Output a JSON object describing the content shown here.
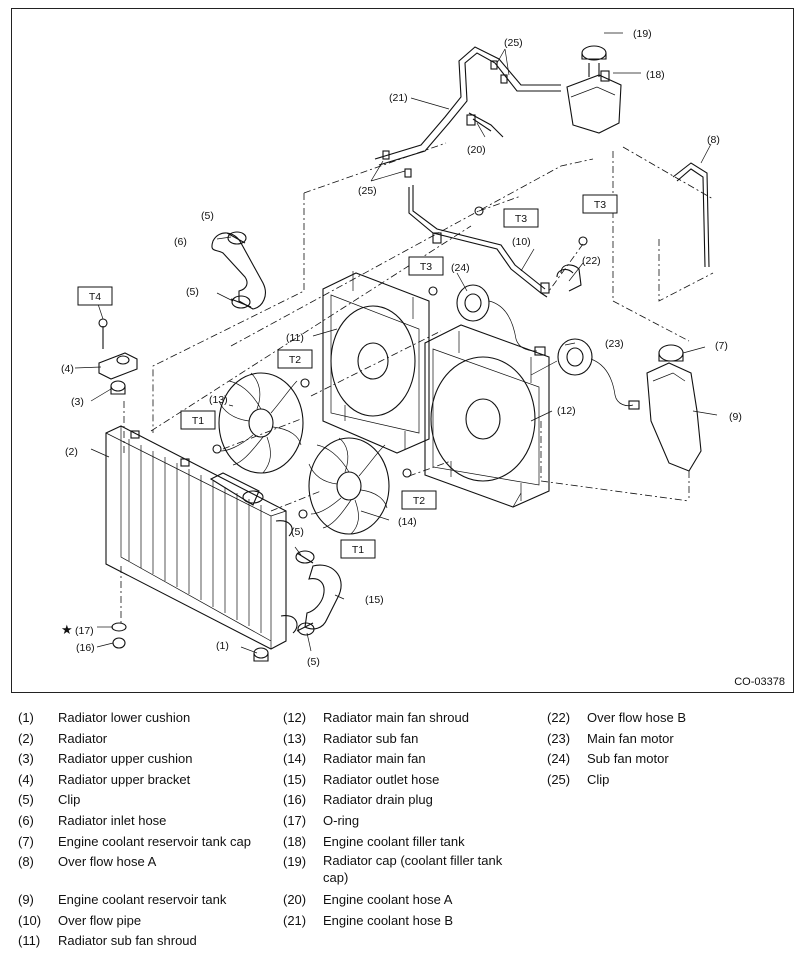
{
  "diagram": {
    "callouts": {
      "c1": "(1)",
      "c2": "(2)",
      "c3": "(3)",
      "c4": "(4)",
      "c5a": "(5)",
      "c5b": "(5)",
      "c5c": "(5)",
      "c5d": "(5)",
      "c6": "(6)",
      "c7": "(7)",
      "c8": "(8)",
      "c9": "(9)",
      "c10": "(10)",
      "c11": "(11)",
      "c12": "(12)",
      "c13": "(13)",
      "c14": "(14)",
      "c15": "(15)",
      "c16": "(16)",
      "c17": "(17)",
      "c18": "(18)",
      "c19": "(19)",
      "c20": "(20)",
      "c21": "(21)",
      "c22": "(22)",
      "c23": "(23)",
      "c24": "(24)",
      "c25a": "(25)",
      "c25b": "(25)"
    },
    "torque_tags": {
      "t1a": "T1",
      "t1b": "T1",
      "t2a": "T2",
      "t2b": "T2",
      "t3a": "T3",
      "t3b": "T3",
      "t3c": "T3",
      "t4": "T4"
    },
    "star_symbol": "★",
    "figure_code": "CO-03378"
  },
  "legend": {
    "col1": [
      {
        "num": "(1)",
        "name": "Radiator lower cushion"
      },
      {
        "num": "(2)",
        "name": "Radiator"
      },
      {
        "num": "(3)",
        "name": "Radiator upper cushion"
      },
      {
        "num": "(4)",
        "name": "Radiator upper bracket"
      },
      {
        "num": "(5)",
        "name": "Clip"
      },
      {
        "num": "(6)",
        "name": "Radiator inlet hose"
      },
      {
        "num": "(7)",
        "name": "Engine coolant reservoir tank cap"
      },
      {
        "num": "(8)",
        "name": "Over flow hose A"
      },
      {
        "num": "(9)",
        "name": "Engine coolant reservoir tank"
      },
      {
        "num": "(10)",
        "name": "Over flow pipe"
      },
      {
        "num": "(11)",
        "name": "Radiator sub fan shroud"
      }
    ],
    "col2": [
      {
        "num": "(12)",
        "name": "Radiator main fan shroud"
      },
      {
        "num": "(13)",
        "name": "Radiator sub fan"
      },
      {
        "num": "(14)",
        "name": "Radiator main fan"
      },
      {
        "num": "(15)",
        "name": "Radiator outlet hose"
      },
      {
        "num": "(16)",
        "name": "Radiator drain plug"
      },
      {
        "num": "(17)",
        "name": "O-ring"
      },
      {
        "num": "(18)",
        "name": "Engine coolant filler tank"
      },
      {
        "num": "(19)",
        "name": "Radiator cap (coolant filler tank cap)"
      },
      {
        "num": "(20)",
        "name": "Engine coolant hose A"
      },
      {
        "num": "(21)",
        "name": "Engine coolant hose B"
      }
    ],
    "col3": [
      {
        "num": "(22)",
        "name": "Over flow hose B"
      },
      {
        "num": "(23)",
        "name": "Main fan motor"
      },
      {
        "num": "(24)",
        "name": "Sub fan motor"
      },
      {
        "num": "(25)",
        "name": "Clip"
      }
    ]
  }
}
